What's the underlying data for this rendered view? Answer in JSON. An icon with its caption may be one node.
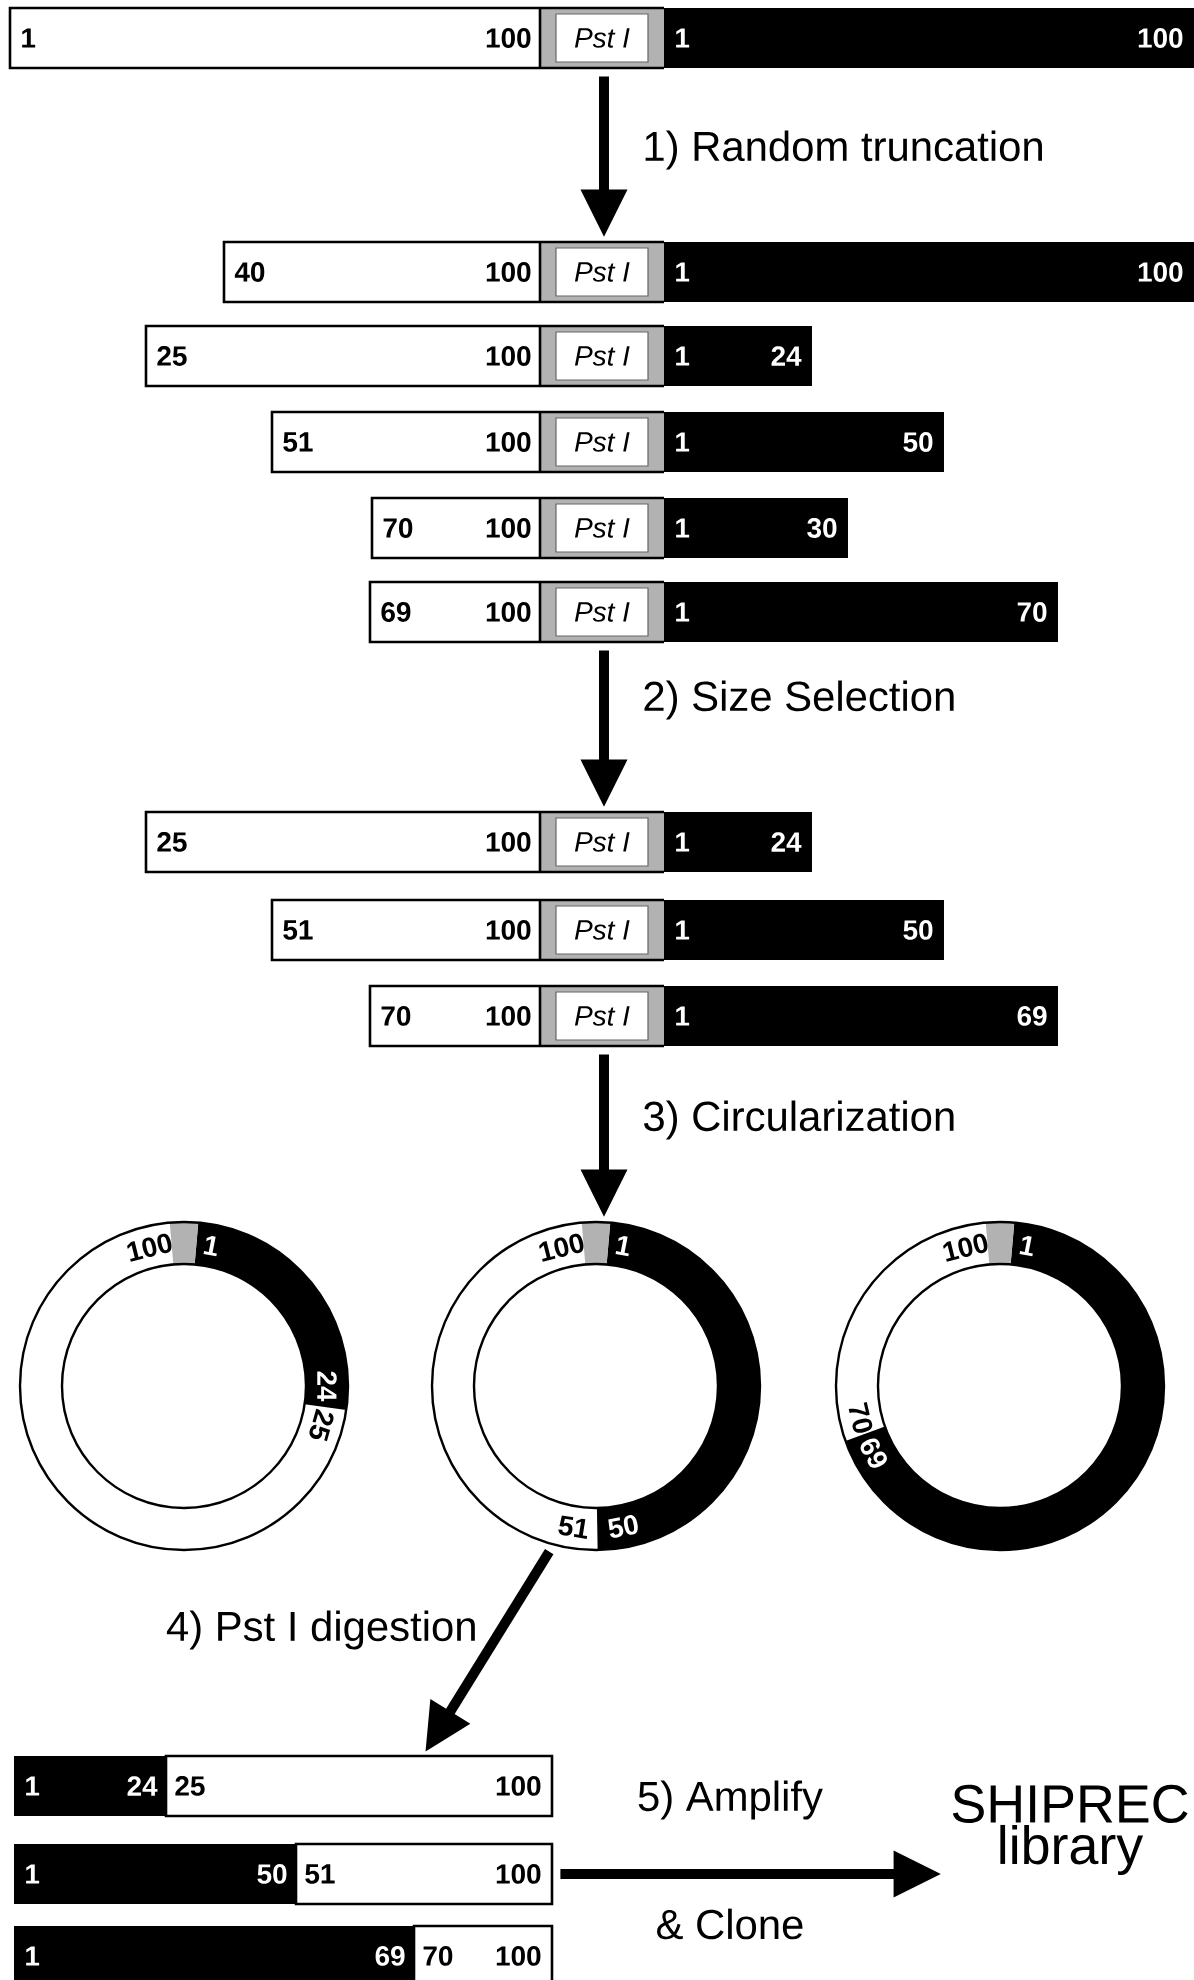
{
  "diagram": {
    "nodes": [
      {
        "text": [
          "1",
          "100",
          "*Pst I*",
          "1",
          "100"
        ]
      },
      {
        "text": [
          "40",
          "100",
          "*Pst I*",
          "1",
          "100"
        ]
      },
      {
        "text": [
          "25",
          "100",
          "*Pst I*",
          "1",
          "24"
        ]
      },
      {
        "text": [
          "51",
          "100",
          "*Pst I*",
          "1",
          "50"
        ]
      },
      {
        "text": [
          "70",
          "100",
          "*Pst I*",
          "1",
          "30"
        ]
      },
      {
        "text": [
          "69",
          "100",
          "*Pst I*",
          "1",
          "70"
        ]
      },
      {
        "text": [
          "25",
          "100",
          "*Pst I*",
          "1",
          "24"
        ]
      },
      {
        "text": [
          "51",
          "100",
          "*Pst I*",
          "1",
          "50"
        ]
      },
      {
        "text": [
          "70",
          "100",
          "*Pst I*",
          "1",
          "69"
        ]
      },
      {
        "text": [
          "100",
          "1",
          "24",
          "25"
        ]
      },
      {
        "text": [
          "100",
          "1",
          "51",
          "50"
        ]
      },
      {
        "text": [
          "100",
          "1",
          "70",
          "69"
        ]
      },
      {
        "text": [
          "1",
          "24",
          "25",
          "100"
        ]
      },
      {
        "text": [
          "1",
          "50",
          "51",
          "100"
        ]
      },
      {
        "text": [
          "1",
          "69",
          "70",
          "100"
        ]
      },
      {
        "text": [
          "SHIPREC library"
        ]
      }
    ],
    "edges": [
      {
        "from": 0,
        "to": 1,
        "arrow": "to",
        "label": "1) Random truncation"
      },
      {
        "from": 5,
        "to": 6,
        "arrow": "to",
        "label": "2) Size Selection"
      },
      {
        "from": 8,
        "to": 10,
        "arrow": "to",
        "label": "3) Circularization"
      },
      {
        "from": 10,
        "to": 12,
        "arrow": "to",
        "label": "4) Pst I digestion"
      },
      {
        "from": 13,
        "to": 15,
        "arrow": "to",
        "label": "5) Amplify"
      }
    ],
    "labels": [
      "& Clone"
    ]
  }
}
